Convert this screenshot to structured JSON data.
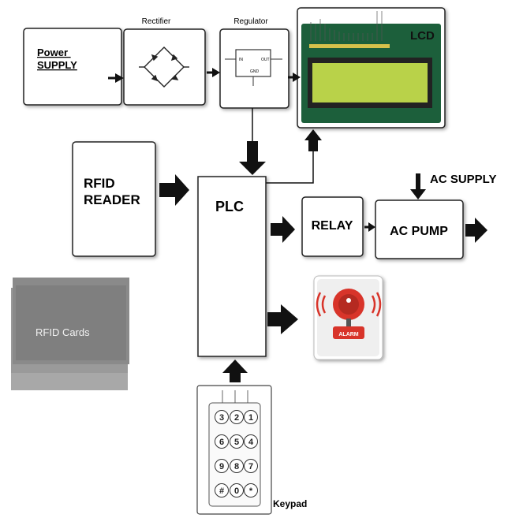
{
  "blocks": {
    "power_supply": "Power\nSUPPLY",
    "rectifier": "Rectifier",
    "regulator": "Regulator",
    "lcd": "LCD",
    "rfid_reader": "RFID\nREADER",
    "plc": "PLC",
    "relay": "RELAY",
    "ac_pump": "AC PUMP",
    "ac_supply": "AC SUPPLY",
    "rfid_cards": "RFID Cards",
    "alarm": "ALARM",
    "keypad": "Keypad"
  },
  "keypad_keys": [
    "3",
    "2",
    "1",
    "6",
    "5",
    "4",
    "9",
    "8",
    "7",
    "#",
    "0",
    "*"
  ],
  "colors": {
    "line": "#111111",
    "lcd_board": "#1d5e3a",
    "lcd_screen": "#b9d24a",
    "alarm_red": "#d8342a",
    "cards_gray": "#7f7f7f"
  }
}
